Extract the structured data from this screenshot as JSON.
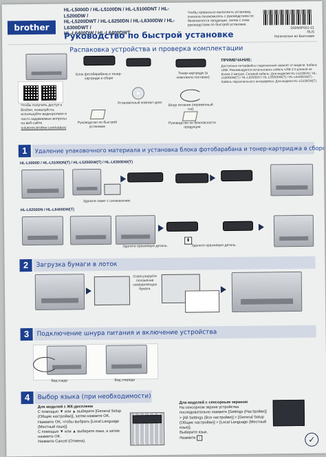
{
  "header": {
    "brand": "brother",
    "models_line1": "HL-L5000D / HL-L5100DN / HL-L5100DNT / HL-L5200DW /",
    "models_line2": "HL-L5200DWT / HL-L6250DN / HL-L6300DW / HL-L6300DWT /",
    "models_line3": "HL-L6400DW / HL-L6400DWT",
    "title": "Руководство по быстрой установке",
    "intro": "Чтобы правильно выполнить установку, сначала ознакомьтесь с руководством по безопасности продукции, затем с этим руководством по быстрой установке.",
    "code_line1": "D00N9P001-01",
    "code_line2": "RUS",
    "code_line3": "Напечатано во Вьетнаме"
  },
  "unpack": {
    "title": "Распаковка устройства и проверка комплектации",
    "left_text": "Чтобы получить доступ к Brother, пожалуйста, используйте видеоролики и часто задаваемые вопросы на веб-сайте",
    "left_link": "solutions.brother.com/videos",
    "captions": {
      "drum": "Блок фотобарабана и тонер-картридж в сборе",
      "toner": "Тонер-картридж (в комплекте поставки)",
      "cd": "Установочный компакт-диск",
      "manual": "Руководство по быстрой установке",
      "power": "Шнур питания (переменный ток)",
      "safety": "Руководство по безопасности продукции"
    },
    "note_title": "ПРИМЕЧАНИЕ:",
    "note_text": "Доступные интерфейсы подключения зависят от модели. Кабель USB: Рекомендуется использовать кабель USB 2.0 длиной не более 2 метров. Сетевой кабель: Для моделей HL-L5100DN / HL-L5200DW(T) / HL-L6250DN / HL-L6300DW(T) / HL-L6400DW(T). Кабель параллельного интерфейса: Для модели HL-L5100DN(T)."
  },
  "steps": [
    {
      "num": "1",
      "title": "Удаление упаковочного материала и установка блока фотобарабана и тонер-картриджа в сборе",
      "group1": "HL-L5000D / HL-L5100DN(T) / HL-L5200DW(T) / HL-L6300DW(T)",
      "group2": "HL-L6250DN / HL-L6400DW(T)",
      "cap_orange": "Удалите оранжевую деталь.",
      "cap_silica": "Удалите пакет с силикагелем."
    },
    {
      "num": "2",
      "title": "Загрузка бумаги в лоток",
      "cap_guides": "Отрегулируйте положение направляющих бумаги."
    },
    {
      "num": "3",
      "title": "Подключение шнура питания и включение устройства",
      "cap_rear": "Вид сзади",
      "cap_front": "Вид спереди"
    },
    {
      "num": "4",
      "title": "Выбор языка (при необходимости)"
    }
  ],
  "lang": {
    "lcd_head": "Для моделей с ЖК-дисплеем",
    "lcd_1": "С помощью ▼ или ▲ выберите [General Setup (Общие настройки)], затем нажмите OK.",
    "lcd_2": "Нажмите OK, чтобы выбрать [Local Language (Местный язык)].",
    "lcd_3": "С помощью ▼ или ▲ выберите язык, а затем нажмите OK.",
    "lcd_4": "Нажмите Cancel (Отмена).",
    "touch_head": "Для моделей с сенсорным экраном",
    "touch_1": "На сенсорном экране устройства последовательно нажмите [Settings (Настройки)] > [All Settings (Все настройки)] > [General Setup (Общие настройки)] > [Local Language (Местный язык)].",
    "touch_2": "Выберите язык.",
    "touch_3": "Нажмите"
  }
}
